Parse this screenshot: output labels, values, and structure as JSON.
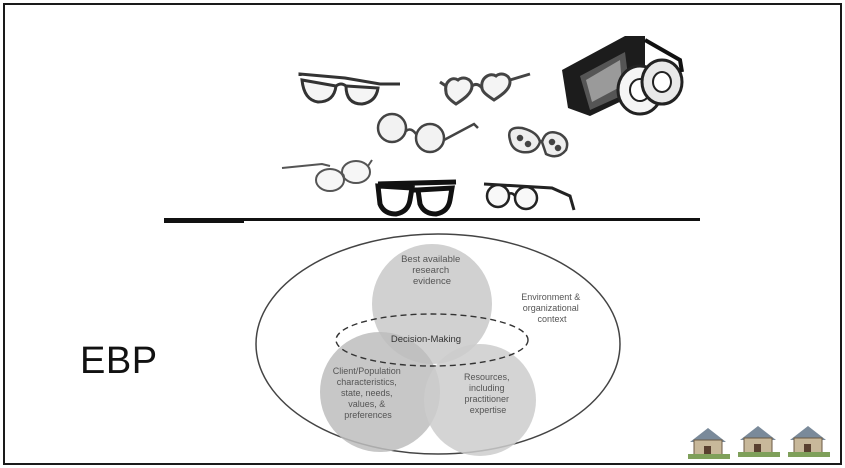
{
  "slide": {
    "label": "EBP"
  },
  "diagram": {
    "circle_top": [
      "Best available",
      "research",
      "evidence"
    ],
    "center": "Decision-Making",
    "circle_left": [
      "Client/Population",
      "characteristics,",
      "state, needs,",
      "values, &",
      "preferences"
    ],
    "circle_right": [
      "Resources,",
      "including",
      "practitioner",
      "expertise"
    ],
    "outer": [
      "Environment &",
      "organizational",
      "context"
    ]
  },
  "icons": [
    "glasses-rectangular-icon",
    "glasses-heart-icon",
    "vr-headset-icon",
    "glasses-round-icon",
    "glasses-cat-eye-icon",
    "glasses-thin-icon",
    "glasses-thick-black-icon",
    "glasses-browline-icon",
    "house-icon"
  ]
}
